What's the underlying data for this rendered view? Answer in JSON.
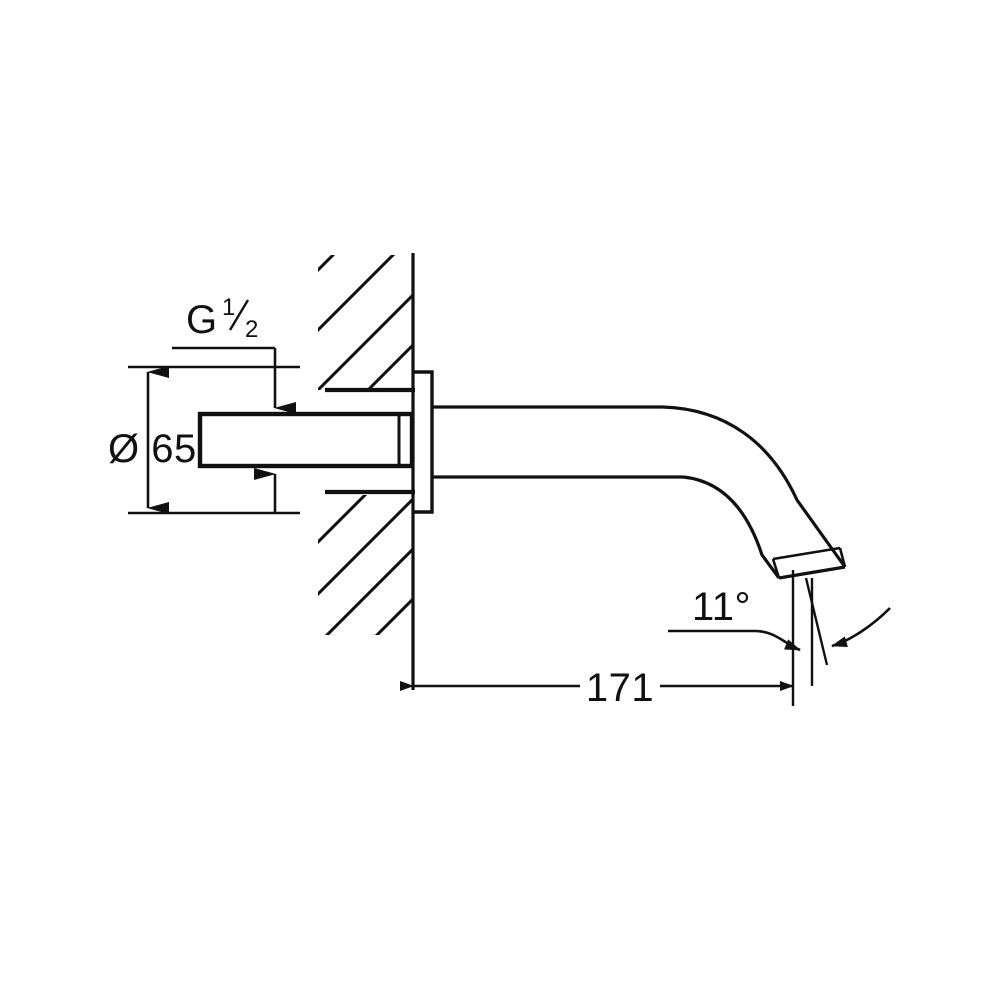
{
  "drawing": {
    "title": "Wall-mounted bath spout technical dimension drawing",
    "background_color": "#ffffff",
    "line_color": "#111111",
    "annotations": {
      "thread_label": "G",
      "thread_numerator": "1",
      "thread_denominator": "2",
      "diameter_symbol": "Ø",
      "diameter_value": "65",
      "projection_value": "171",
      "outlet_angle": "11°"
    },
    "parts": {
      "wall_label": "wall-section-hatch",
      "escutcheon_label": "escutcheon-flange",
      "thread_label": "threaded-shank",
      "spout_label": "curved-spout-body",
      "outlet_label": "angled-outlet-face"
    },
    "dimensions": {
      "diameter": {
        "label": "Ø 65",
        "value": 65,
        "unit": "mm",
        "orientation": "vertical"
      },
      "projection": {
        "label": "171",
        "value": 171,
        "unit": "mm",
        "orientation": "horizontal"
      },
      "angle": {
        "label": "11°",
        "value": 11,
        "unit": "degrees"
      },
      "thread": {
        "label": "G 1/2",
        "value": "G 1/2",
        "unit": "inch"
      }
    }
  }
}
